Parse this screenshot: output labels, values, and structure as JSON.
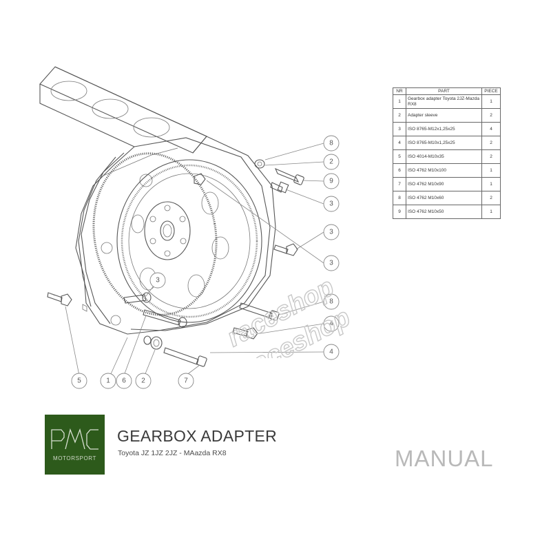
{
  "parts_table": {
    "headers": {
      "nr": "NR",
      "part": "PART",
      "piece": "PIECE"
    },
    "rows": [
      {
        "nr": "1",
        "part": "Gearbox adapter Toyota 2JZ-Mazda RX8",
        "piece": "1"
      },
      {
        "nr": "2",
        "part": "Adapter sleeve",
        "piece": "2"
      },
      {
        "nr": "3",
        "part": "ISO 8765-M12x1,25x25",
        "piece": "4"
      },
      {
        "nr": "4",
        "part": "ISO 8765-M10x1,25x25",
        "piece": "2"
      },
      {
        "nr": "5",
        "part": "ISO  4014-M10x35",
        "piece": "2"
      },
      {
        "nr": "6",
        "part": "ISO 4762 M10x100",
        "piece": "1"
      },
      {
        "nr": "7",
        "part": "ISO 4762 M10x90",
        "piece": "1"
      },
      {
        "nr": "8",
        "part": "ISO 4762 M10x60",
        "piece": "2"
      },
      {
        "nr": "9",
        "part": "ISO 4762 M10x50",
        "piece": "1"
      }
    ]
  },
  "callouts": [
    "8",
    "2",
    "9",
    "3",
    "3",
    "3",
    "8",
    "4",
    "4",
    "3",
    "5",
    "1",
    "6",
    "2",
    "7"
  ],
  "logo": {
    "text": "MOTORSPORT",
    "background": "#2d5a1b"
  },
  "title": "GEARBOX ADAPTER",
  "subtitle": "Toyota JZ 1JZ 2JZ - MAazda RX8",
  "manual_label": "MANUAL",
  "watermark": {
    "text": "raceshop"
  }
}
